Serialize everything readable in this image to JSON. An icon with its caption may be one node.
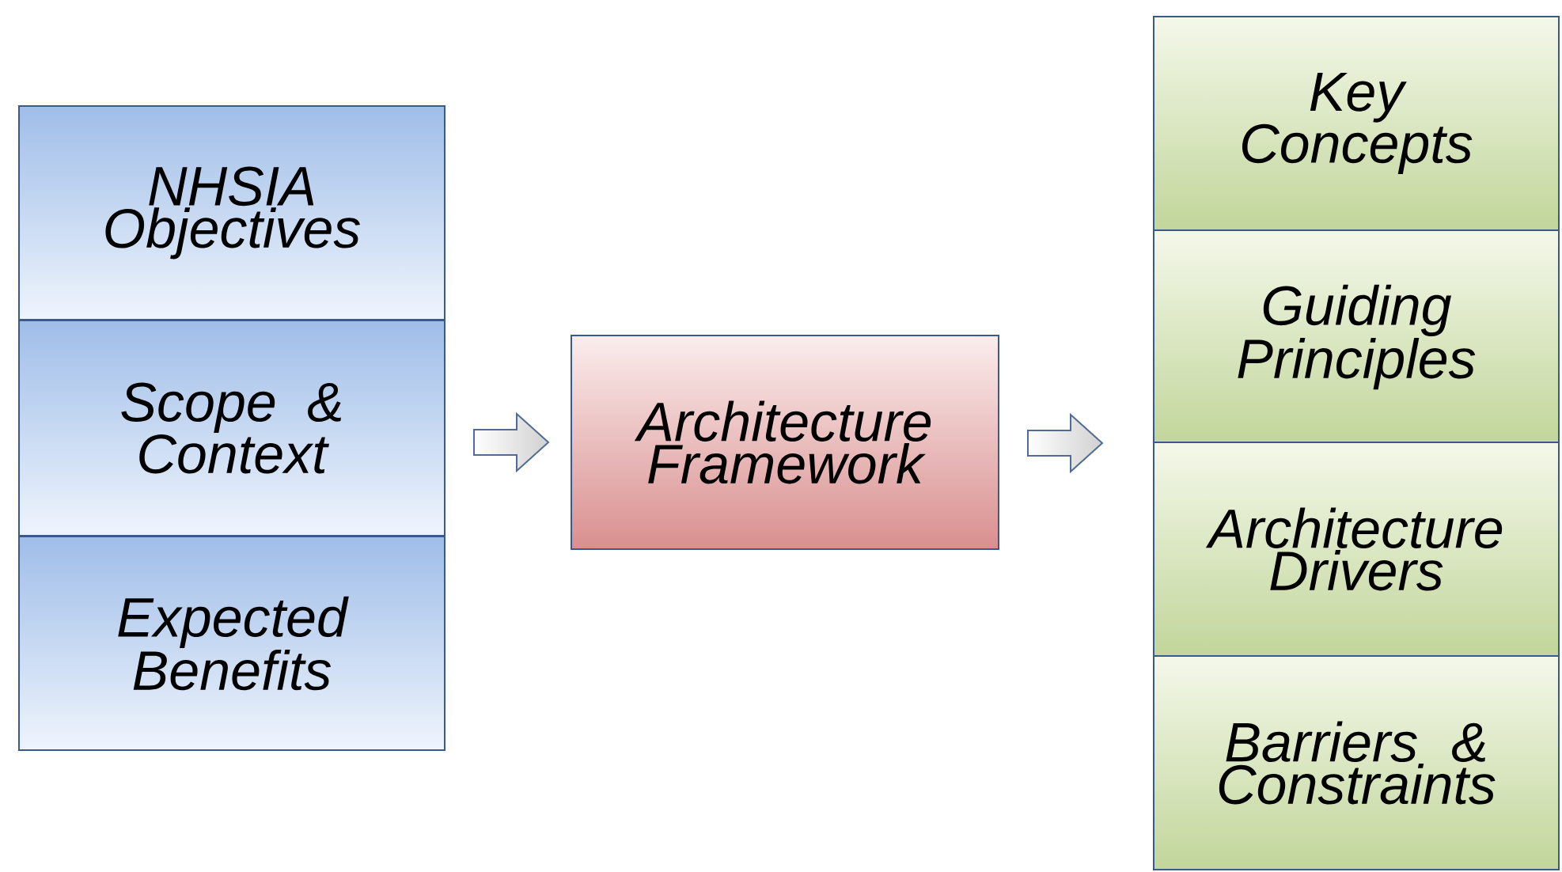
{
  "diagram": {
    "nodes": [
      {
        "text": [],
        "shape": "box"
      },
      {
        "text": [
          "NHSIA Objectives"
        ],
        "in": 0
      },
      {
        "text": [
          "Scope & Context"
        ],
        "in": 0
      },
      {
        "text": [
          "Expected Benefits"
        ],
        "in": 0
      },
      {
        "text": [
          "Architecture Framework"
        ]
      },
      {
        "text": [],
        "shape": "box"
      },
      {
        "text": [
          "Key Concepts"
        ],
        "in": 5
      },
      {
        "text": [
          "Guiding Principles"
        ],
        "in": 5
      },
      {
        "text": [
          "Architecture Drivers"
        ],
        "in": 5
      },
      {
        "text": [
          "Barriers & Constraints"
        ],
        "in": 5
      }
    ],
    "edges": [
      {
        "from": 0,
        "to": 4,
        "arrow": "to"
      },
      {
        "from": 4,
        "to": 5,
        "arrow": "to"
      }
    ]
  }
}
